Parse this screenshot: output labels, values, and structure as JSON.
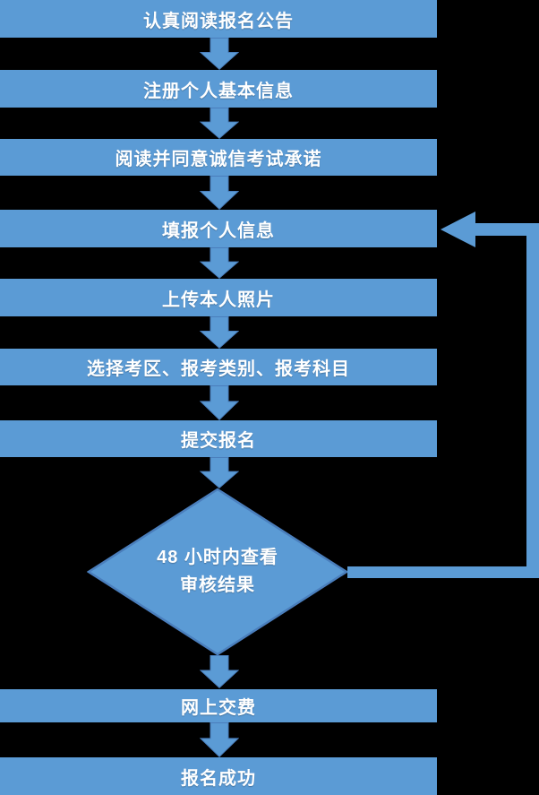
{
  "flow": {
    "steps": [
      {
        "label": "认真阅读报名公告"
      },
      {
        "label": "注册个人基本信息"
      },
      {
        "label": "阅读并同意诚信考试承诺"
      },
      {
        "label": "填报个人信息"
      },
      {
        "label": "上传本人照片"
      },
      {
        "label": "选择考区、报考类别、报考科目"
      },
      {
        "label": "提交报名"
      }
    ],
    "decision": {
      "line1": "48 小时内查看",
      "line2": "审核结果"
    },
    "post_steps": [
      {
        "label": "网上交费"
      },
      {
        "label": "报名成功"
      }
    ],
    "feedback_loop": {
      "from": "48 小时内查看审核结果",
      "to": "填报个人信息"
    }
  },
  "colors": {
    "shape_fill": "#5b9bd5",
    "shape_border": "#4a7ebc",
    "text": "#ffffff",
    "background": "#000000"
  }
}
